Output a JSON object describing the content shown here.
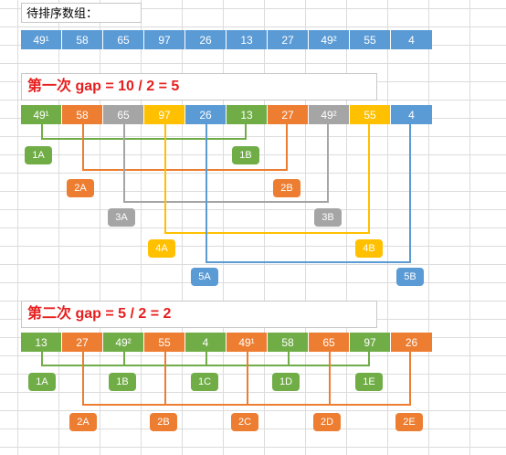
{
  "colors": {
    "blue": "#5b9bd5",
    "green": "#70ad47",
    "orange": "#ed7d31",
    "gray": "#a5a5a5",
    "yellow": "#ffc000",
    "title_red": "#e61f1f"
  },
  "header": {
    "title": "待排序数组："
  },
  "original_row": [
    "49¹",
    "58",
    "65",
    "97",
    "26",
    "13",
    "27",
    "49²",
    "55",
    "4"
  ],
  "pass1": {
    "title": "第一次 gap = 10 / 2 = 5",
    "row": [
      "49¹",
      "58",
      "65",
      "97",
      "26",
      "13",
      "27",
      "49²",
      "55",
      "4"
    ],
    "badges": [
      "1A",
      "1B",
      "2A",
      "2B",
      "3A",
      "3B",
      "4A",
      "4B",
      "5A",
      "5B"
    ]
  },
  "pass2": {
    "title": "第二次 gap = 5 / 2 = 2",
    "row": [
      "13",
      "27",
      "49²",
      "55",
      "4",
      "49¹",
      "58",
      "65",
      "97",
      "26"
    ],
    "badges": [
      "1A",
      "1B",
      "1C",
      "1D",
      "1E",
      "2A",
      "2B",
      "2C",
      "2D",
      "2E"
    ]
  }
}
